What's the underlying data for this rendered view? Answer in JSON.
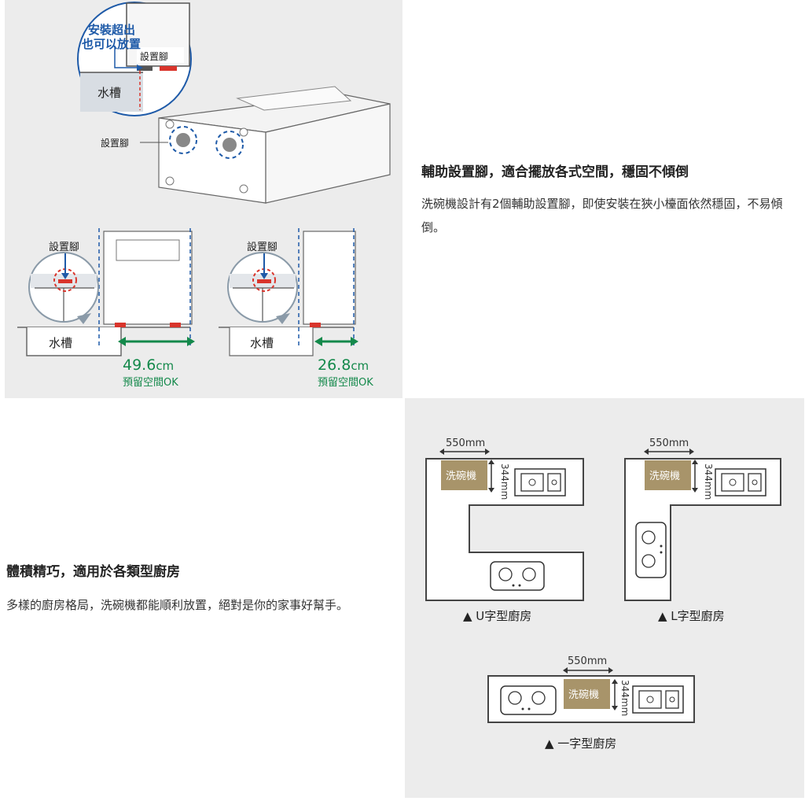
{
  "sections": {
    "stand": {
      "title": "輔助設置腳，適合擺放各式空間，穩固不傾倒",
      "description": "洗碗機設計有2個輔助設置腳，即使安裝在狹小檯面依然穩固，不易傾倒。"
    },
    "kitchen": {
      "title": "體積精巧，適用於各類型廚房",
      "description": "多樣的廚房格局，洗碗機都能順利放置，絕對是你的家事好幫手。"
    }
  },
  "install_diagram": {
    "overhang_note_line1": "安裝超出",
    "overhang_note_line2": "也可以放置",
    "stand_label": "設置腳",
    "sink_label": "水槽",
    "front": {
      "clearance_value": "49.6",
      "clearance_unit": "cm",
      "ok_label": "預留空間OK"
    },
    "side": {
      "clearance_value": "26.8",
      "clearance_unit": "cm",
      "ok_label": "預留空間OK"
    }
  },
  "kitchen_layouts": {
    "dishwasher_label": "洗碗機",
    "width_dim": "550mm",
    "depth_dim": "344mm",
    "u_caption": "▲ U字型廚房",
    "l_caption": "▲ L字型廚房",
    "i_caption": "▲ 一字型廚房"
  },
  "colors": {
    "panel_bg": "#ececec",
    "accent_blue": "#1e5aa8",
    "accent_green": "#14894b",
    "accent_red": "#d9342b",
    "dishwasher_gold": "#a8946a"
  }
}
